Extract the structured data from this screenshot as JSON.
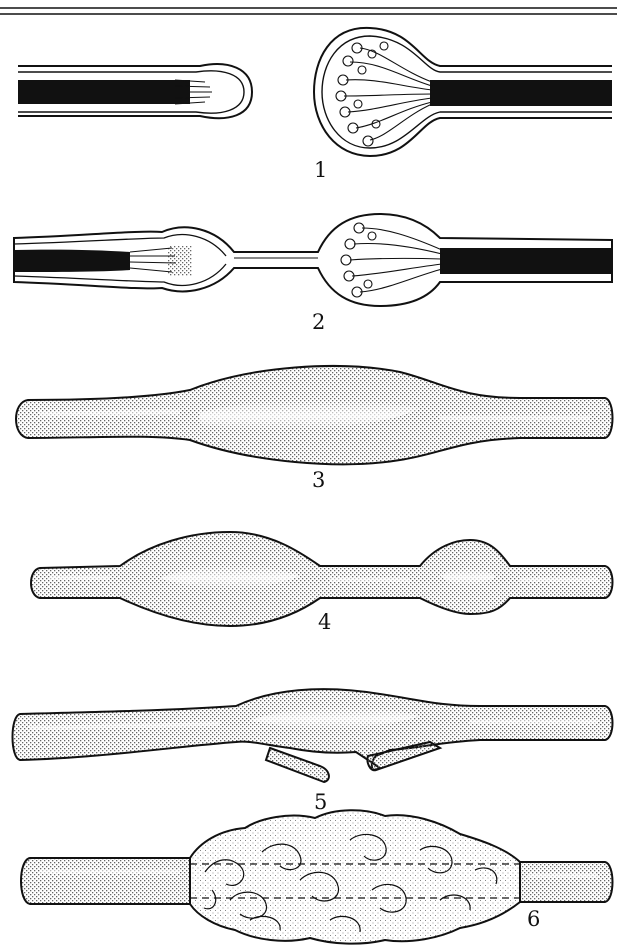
{
  "labels": {
    "p1": "1",
    "p2": "2",
    "p3": "3",
    "p4": "4",
    "p5": "5",
    "p6": "6"
  },
  "colors": {
    "ink": "#111111",
    "background": "#ffffff",
    "stipple": "#666666"
  }
}
